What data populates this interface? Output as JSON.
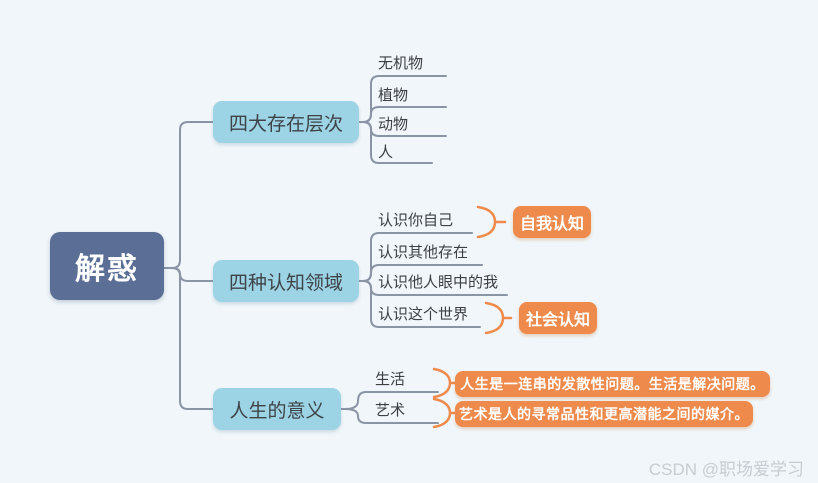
{
  "diagram": {
    "type": "mindmap",
    "root": {
      "label": "解惑"
    },
    "branches": [
      {
        "label": "四大存在层次",
        "children": [
          {
            "label": "无机物"
          },
          {
            "label": "植物"
          },
          {
            "label": "动物"
          },
          {
            "label": "人"
          }
        ]
      },
      {
        "label": "四种认知领域",
        "children": [
          {
            "label": "认识你自己",
            "summary": "自我认知"
          },
          {
            "label": "认识其他存在"
          },
          {
            "label": "认识他人眼中的我"
          },
          {
            "label": "认识这个世界",
            "summary": "社会认知"
          }
        ]
      },
      {
        "label": "人生的意义",
        "children": [
          {
            "label": "生活",
            "summary": "人生是一连串的发散性问题。生活是解决问题。"
          },
          {
            "label": "艺术",
            "summary": "艺术是人的寻常品性和更高潜能之间的媒介。"
          }
        ]
      }
    ],
    "colors": {
      "background": "#f0f6fa",
      "root_fill": "#5b6e96",
      "branch_fill": "#9cd3e5",
      "line": "#8a94a5",
      "summary_accent": "#ee8a4b",
      "text_dark": "#3c4045",
      "watermark_gray": "#c7ccd2"
    }
  },
  "watermark": {
    "text": "CSDN @职场爱学习"
  }
}
